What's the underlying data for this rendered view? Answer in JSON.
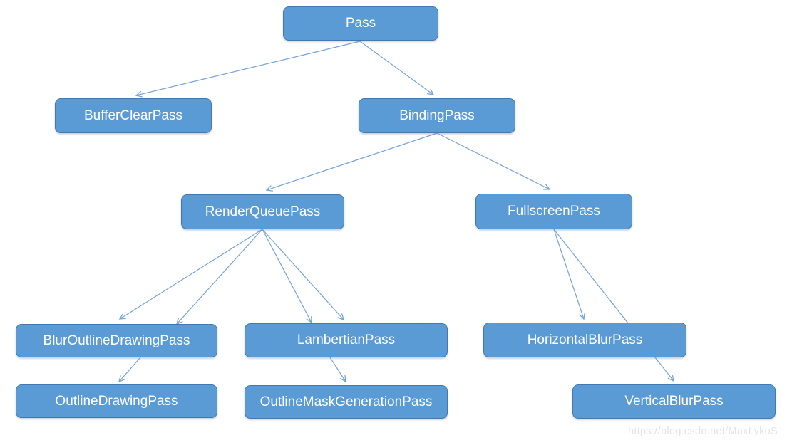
{
  "diagram": {
    "nodes": [
      {
        "id": "pass",
        "label": "Pass"
      },
      {
        "id": "buffer-clear-pass",
        "label": "BufferClearPass"
      },
      {
        "id": "binding-pass",
        "label": "BindingPass"
      },
      {
        "id": "render-queue-pass",
        "label": "RenderQueuePass"
      },
      {
        "id": "fullscreen-pass",
        "label": "FullscreenPass"
      },
      {
        "id": "blur-outline-drawing-pass",
        "label": "BlurOutlineDrawingPass"
      },
      {
        "id": "lambertian-pass",
        "label": "LambertianPass"
      },
      {
        "id": "horizontal-blur-pass",
        "label": "HorizontalBlurPass"
      },
      {
        "id": "outline-drawing-pass",
        "label": "OutlineDrawingPass"
      },
      {
        "id": "outline-mask-generation-pass",
        "label": "OutlineMaskGenerationPass"
      },
      {
        "id": "vertical-blur-pass",
        "label": "VerticalBlurPass"
      }
    ],
    "edges": [
      {
        "from": "Pass",
        "to": "BufferClearPass"
      },
      {
        "from": "Pass",
        "to": "BindingPass"
      },
      {
        "from": "BindingPass",
        "to": "RenderQueuePass"
      },
      {
        "from": "BindingPass",
        "to": "FullscreenPass"
      },
      {
        "from": "RenderQueuePass",
        "to": "BlurOutlineDrawingPass"
      },
      {
        "from": "RenderQueuePass",
        "to": "BlurOutlineDrawingPass"
      },
      {
        "from": "RenderQueuePass",
        "to": "LambertianPass"
      },
      {
        "from": "RenderQueuePass",
        "to": "LambertianPass"
      },
      {
        "from": "BlurOutlineDrawingPass",
        "to": "OutlineDrawingPass"
      },
      {
        "from": "LambertianPass",
        "to": "OutlineMaskGenerationPass"
      },
      {
        "from": "FullscreenPass",
        "to": "HorizontalBlurPass"
      },
      {
        "from": "FullscreenPass",
        "to": "VerticalBlurPass"
      }
    ],
    "colors": {
      "node_fill": "#5B9BD5",
      "node_border": "#4478B0",
      "node_text": "#FFFFFF",
      "arrow": "#74A2DB",
      "watermark_text": "#E4E4E4",
      "background": "#FFFFFF"
    },
    "watermark": "https://blog.csdn.net/MaxLykoS"
  }
}
